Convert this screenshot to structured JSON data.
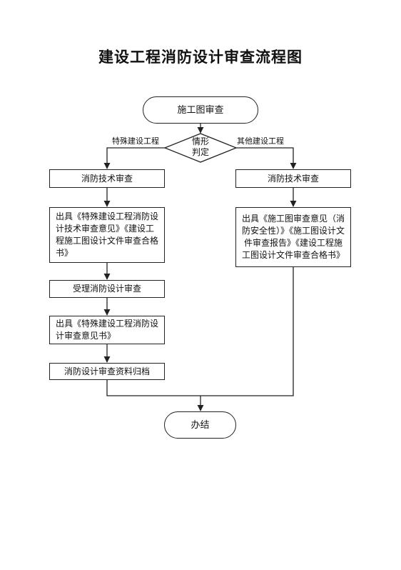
{
  "title": "建设工程消防设计审查流程图",
  "nodes": {
    "start": "施工图审查",
    "decision_line1": "情形",
    "decision_line2": "判定",
    "left_tech_review": "消防技术审查",
    "left_issue_opinion": "出具《特殊建设工程消防设计技术审查意见》《建设工程施工图设计文件审查合格书》",
    "accept_review": "受理消防设计审查",
    "issue_review_letter": "出具《特殊建设工程消防设计审查意见书》",
    "archive": "消防设计审查资料归档",
    "right_tech_review": "消防技术审查",
    "right_issue_opinion": "出具《施工图审查意见（消防安全性）》《施工图设计文件审查报告》《建设工程施工图设计文件审查合格书》",
    "end": "办结"
  },
  "branches": {
    "left": "特殊建设工程",
    "right": "其他建设工程"
  }
}
